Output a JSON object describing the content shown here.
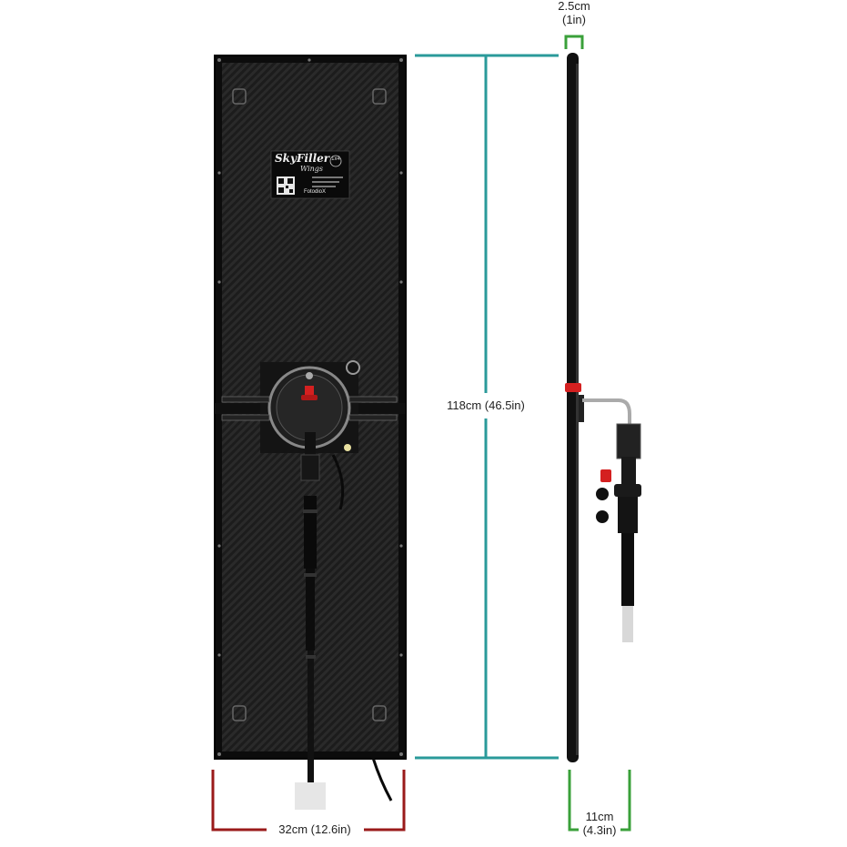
{
  "product": {
    "logo_text": "SkyFiller",
    "logo_subtext": "Wings",
    "size_badge": "1x4",
    "brand": "FotodioX"
  },
  "dimensions": {
    "thickness": {
      "metric": "2.5cm",
      "imperial": "(1in)"
    },
    "height": "118cm (46.5in)",
    "width": "32cm (12.6in)",
    "depth": {
      "metric": "11cm",
      "imperial": "(4.3in)"
    }
  },
  "colors": {
    "height_line": "#2a9a9a",
    "width_line": "#9a1a1a",
    "depth_line": "#3aa03a",
    "panel": "#1b1b1b",
    "accent_knob": "#d42020"
  }
}
